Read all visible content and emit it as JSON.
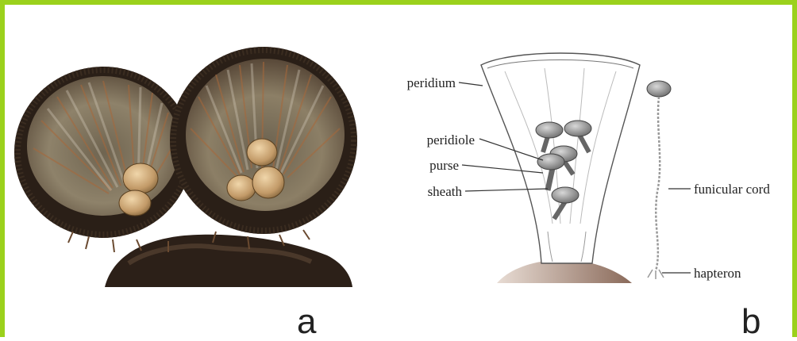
{
  "panel_a": {
    "letter": "a"
  },
  "panel_b": {
    "letter": "b",
    "labels": {
      "peridium": "peridium",
      "peridiole": "peridiole",
      "purse": "purse",
      "sheath": "sheath",
      "funicular_cord": "funicular cord",
      "hapteron": "hapteron"
    }
  },
  "colors": {
    "frame_border": "#9bd11c",
    "cup_dark": "#2a2018",
    "cup_inner": "#8a7a60",
    "peridiole_tan": "#c9a678",
    "substrate": "#8a6a5a"
  }
}
